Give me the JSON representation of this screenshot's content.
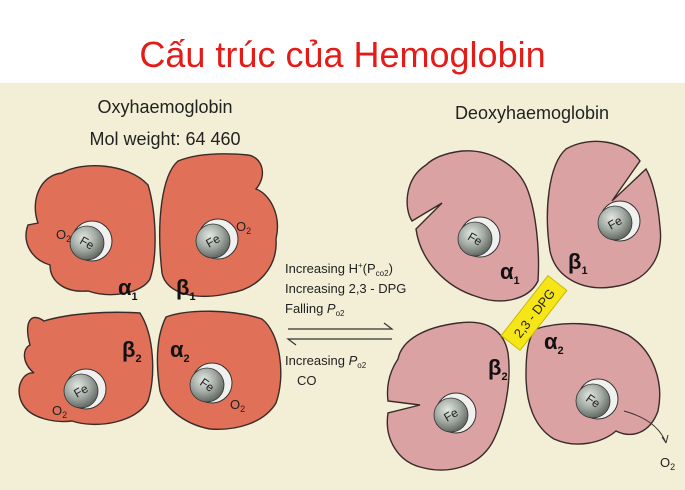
{
  "title": "Cấu trúc của Hemoglobin",
  "oxy": {
    "name": "Oxyhaemoglobin",
    "mol_weight": "Mol weight: 64 460",
    "subunits": [
      "α",
      "1",
      "β",
      "1",
      "β",
      "2",
      "α",
      "2"
    ],
    "o2": [
      "O",
      "2"
    ]
  },
  "deoxy": {
    "name": "Deoxyhaemoglobin",
    "subunits": [
      "α",
      "1",
      "β",
      "1",
      "β",
      "2",
      "α",
      "2"
    ],
    "dpg": "2,3 - DPG",
    "o2": [
      "O",
      "2"
    ]
  },
  "fe": "Fe",
  "forward": {
    "line1": [
      "Increasing H",
      "+",
      "(P",
      "co2",
      ")"
    ],
    "line2": "Increasing 2,3 - DPG",
    "line3": [
      "Falling ",
      "P",
      "o2"
    ]
  },
  "reverse": {
    "line1": [
      "Increasing ",
      "P",
      "o2"
    ],
    "line2": "CO"
  },
  "colors": {
    "title": "#e41b17",
    "background": "#f3efd6",
    "oxy_subunit": "#e07058",
    "deoxy_subunit": "#dba2a3",
    "dpg_bar": "#f7e617",
    "heme": "#9aa39b"
  }
}
